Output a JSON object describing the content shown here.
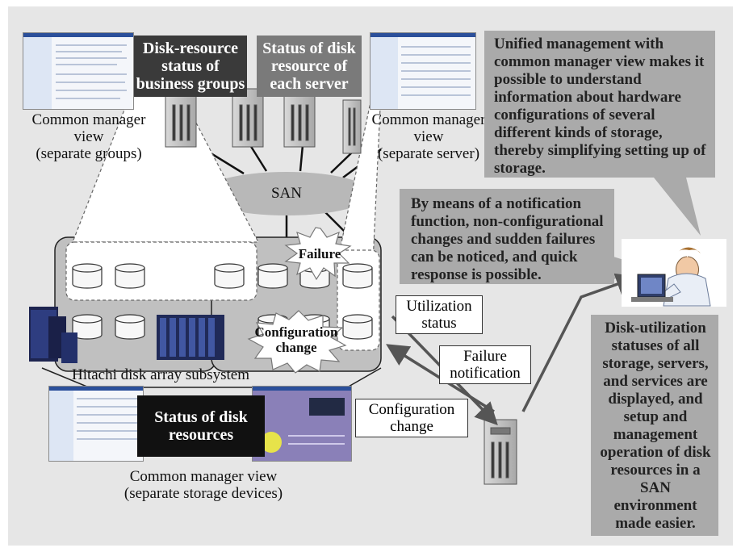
{
  "labels": {
    "disk_resource_status_business_groups": "Disk-resource status of business groups",
    "status_disk_resource_each_server": "Status of disk resource of each server",
    "common_manager_view_groups_title": "Common manager view",
    "common_manager_view_groups_sub": "(separate groups)",
    "common_manager_view_server_title": "Common manager view",
    "common_manager_view_server_sub": "(separate server)",
    "san": "SAN",
    "failure": "Failure",
    "configuration_change_burst": "Configuration change",
    "hitachi_subsystem": "Hitachi disk array subsystem",
    "status_disk_resources": "Status of disk resources",
    "common_manager_view_storage_title": "Common manager view",
    "common_manager_view_storage_sub": "(separate storage devices)",
    "utilization_status": "Utilization status",
    "failure_notification": "Failure notification",
    "configuration_change": "Configuration change"
  },
  "callouts": {
    "unified": "Unified management with common manager view makes it possible to understand information about hardware configurations of several different kinds of storage, thereby simplifying setting up of storage.",
    "notification": "By means of a notification function, non-configurational changes and sudden failures can be noticed, and quick response is possible.",
    "utilization": "Disk-utilization statuses of all storage, servers, and services are displayed, and setup and management operation of disk resources in a SAN environment made easier."
  },
  "colors": {
    "background": "#e6e6e6",
    "callout": "#aaaaaa",
    "dark_label": "#3a3a3a",
    "gray_label": "#7a7a7a",
    "black_label": "#111111",
    "san": "#b8b8b8"
  }
}
